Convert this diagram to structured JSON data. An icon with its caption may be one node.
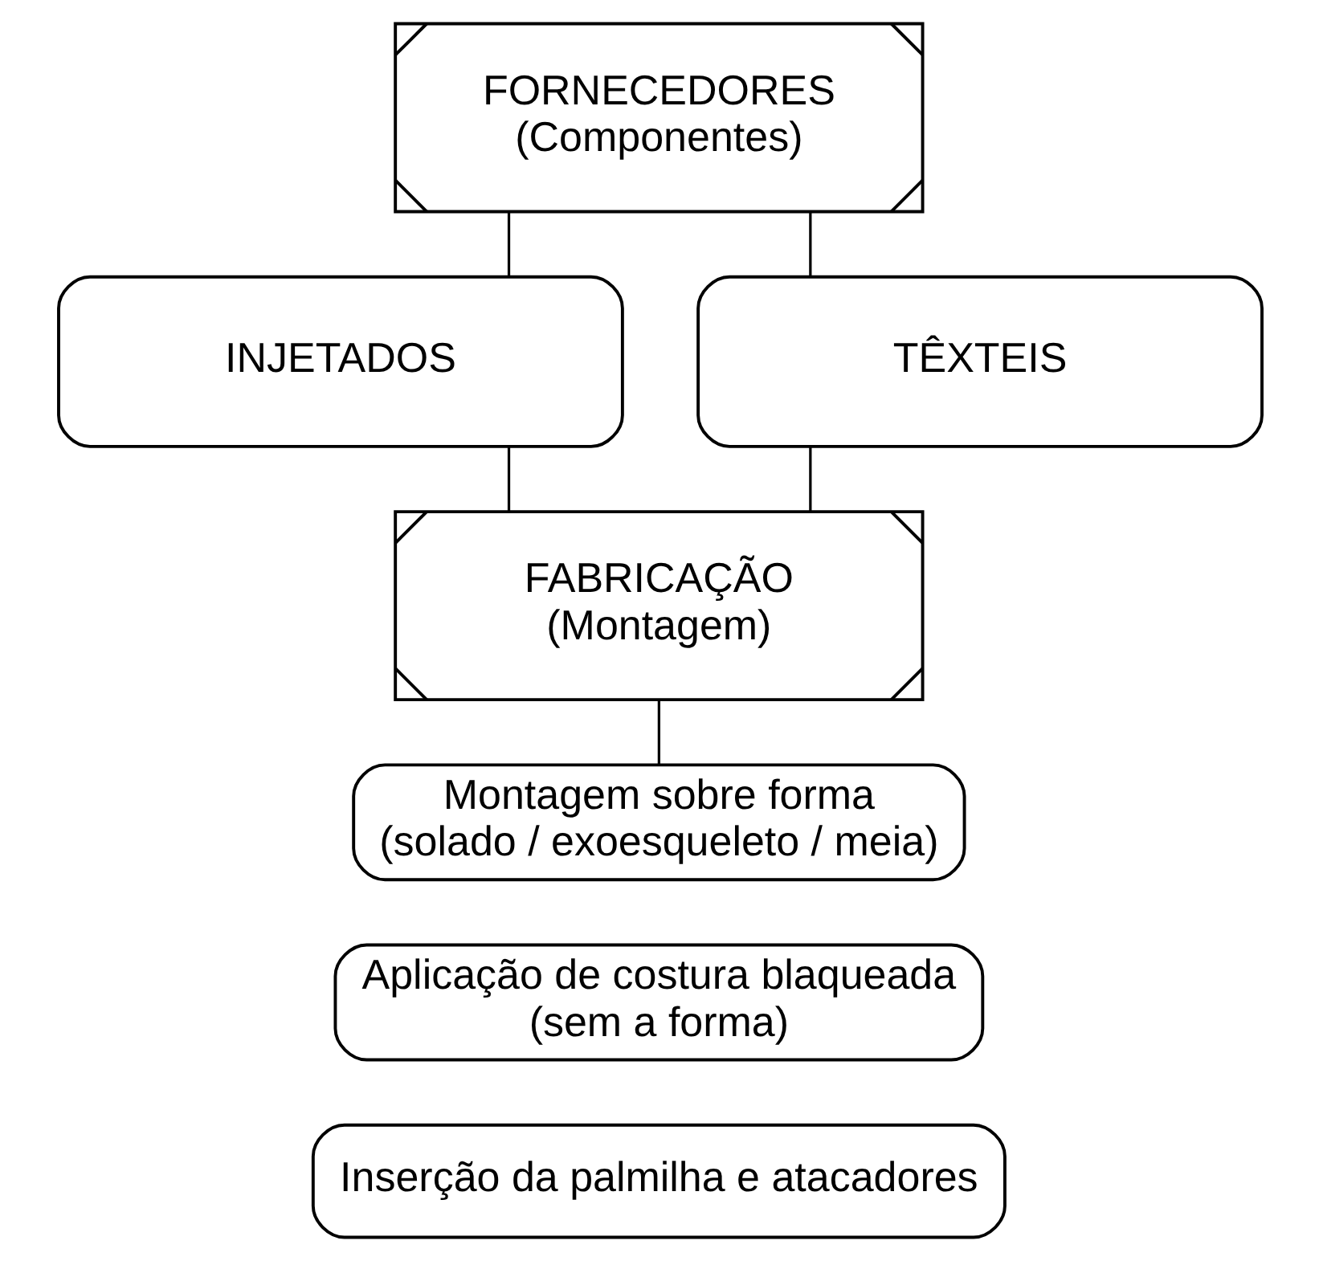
{
  "diagram": {
    "nodes": [
      {
        "text": [
          "FORNECEDORES",
          "(Componentes)"
        ]
      },
      {
        "text": [
          "INJETADOS"
        ]
      },
      {
        "text": [
          "TÊXTEIS"
        ]
      },
      {
        "text": [
          "FABRICAÇÃO",
          "(Montagem)"
        ]
      },
      {
        "text": [
          "Montagem sobre forma",
          "(solado / exoesqueleto / meia)"
        ]
      },
      {
        "text": [
          "Aplicação de costura blaqueada",
          "(sem a forma)"
        ]
      },
      {
        "text": [
          "Inserção da palmilha e atacadores"
        ]
      }
    ],
    "edges": [
      {
        "from": 0,
        "to": 1,
        "arrow": "none"
      },
      {
        "from": 0,
        "to": 2,
        "arrow": "none"
      },
      {
        "from": 1,
        "to": 3,
        "arrow": "none"
      },
      {
        "from": 2,
        "to": 3,
        "arrow": "none"
      },
      {
        "from": 3,
        "to": 4,
        "arrow": "none"
      }
    ]
  }
}
